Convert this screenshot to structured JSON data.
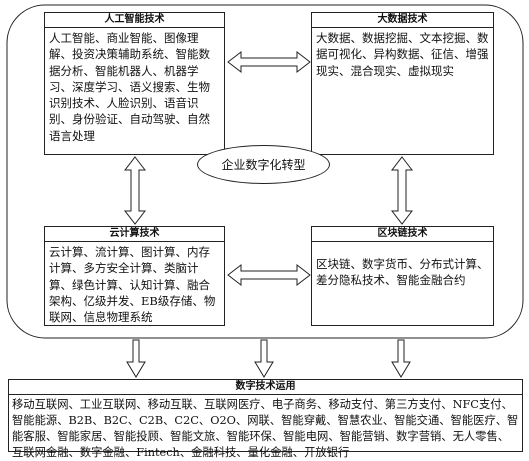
{
  "ai_box": {
    "title": "人工智能技术",
    "text": "人工智能、商业智能、图像理解、投资决策辅助系统、智能数据分析、智能机器人、机器学习、深度学习、语义搜索、生物识别技术、人脸识别、语音识别、身份验证、自动驾驶、自然语言处理"
  },
  "bigdata_box": {
    "title": "大数据技术",
    "text": "大数据、数据挖掘、文本挖掘、数据可视化、异构数据、征信、增强现实、混合现实、虚拟现实"
  },
  "cloud_box": {
    "title": "云计算技术",
    "text": "云计算、流计算、图计算、内存计算、多方安全计算、类脑计算、绿色计算、认知计算、融合架构、亿级并发、EB级存储、物联网、信息物理系统"
  },
  "blockchain_box": {
    "title": "区块链技术",
    "text": "区块链、数字货币、分布式计算、差分隐私技术、智能金融合约"
  },
  "center": {
    "label": "企业数字化转型"
  },
  "application_box": {
    "title": "数字技术运用",
    "text": "移动互联网、工业互联网、移动互联、互联网医疗、电子商务、移动支付、第三方支付、NFC支付、智能能源、B2B、B2C、C2B、C2C、O2O、网联、智能穿戴、智慧农业、智能交通、智能医疗、智能客服、智能家居、智能投顾、智能文旅、智能环保、智能电网、智能营销、数字营销、无人零售、互联网金融、数字金融、Fintech、金融科技、量化金融、开放银行"
  }
}
